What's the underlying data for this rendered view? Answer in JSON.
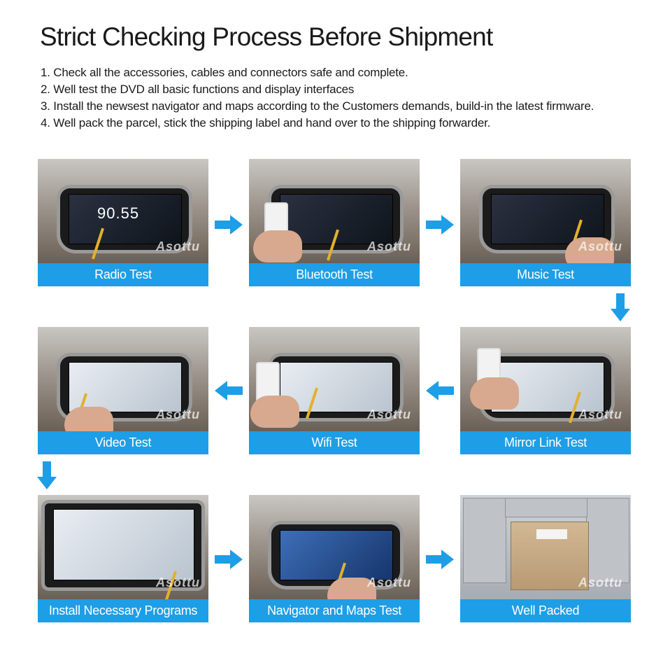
{
  "title": "Strict Checking Process Before Shipment",
  "steps": [
    "1. Check all the accessories, cables and connectors safe and complete.",
    "2. Well test the DVD all basic functions and display interfaces",
    "3. Install the newsest navigator and maps according to the Customers demands, build-in the latest firmware.",
    "4. Well pack the parcel, stick the shipping label and hand over to the shipping forwarder."
  ],
  "cards": [
    {
      "caption": "Radio Test",
      "screen_text": "90.55"
    },
    {
      "caption": "Bluetooth Test"
    },
    {
      "caption": "Music Test"
    },
    {
      "caption": "Video Test"
    },
    {
      "caption": "Wifi Test"
    },
    {
      "caption": "Mirror Link Test"
    },
    {
      "caption": "Install Necessary Programs"
    },
    {
      "caption": "Navigator and Maps Test"
    },
    {
      "caption": "Well Packed"
    }
  ],
  "watermark": "Asottu",
  "colors": {
    "caption_bg": "#1d9ee6",
    "arrow": "#1d9ee6"
  },
  "icons": [
    "arrow-right-icon",
    "arrow-down-icon",
    "arrow-left-icon"
  ]
}
